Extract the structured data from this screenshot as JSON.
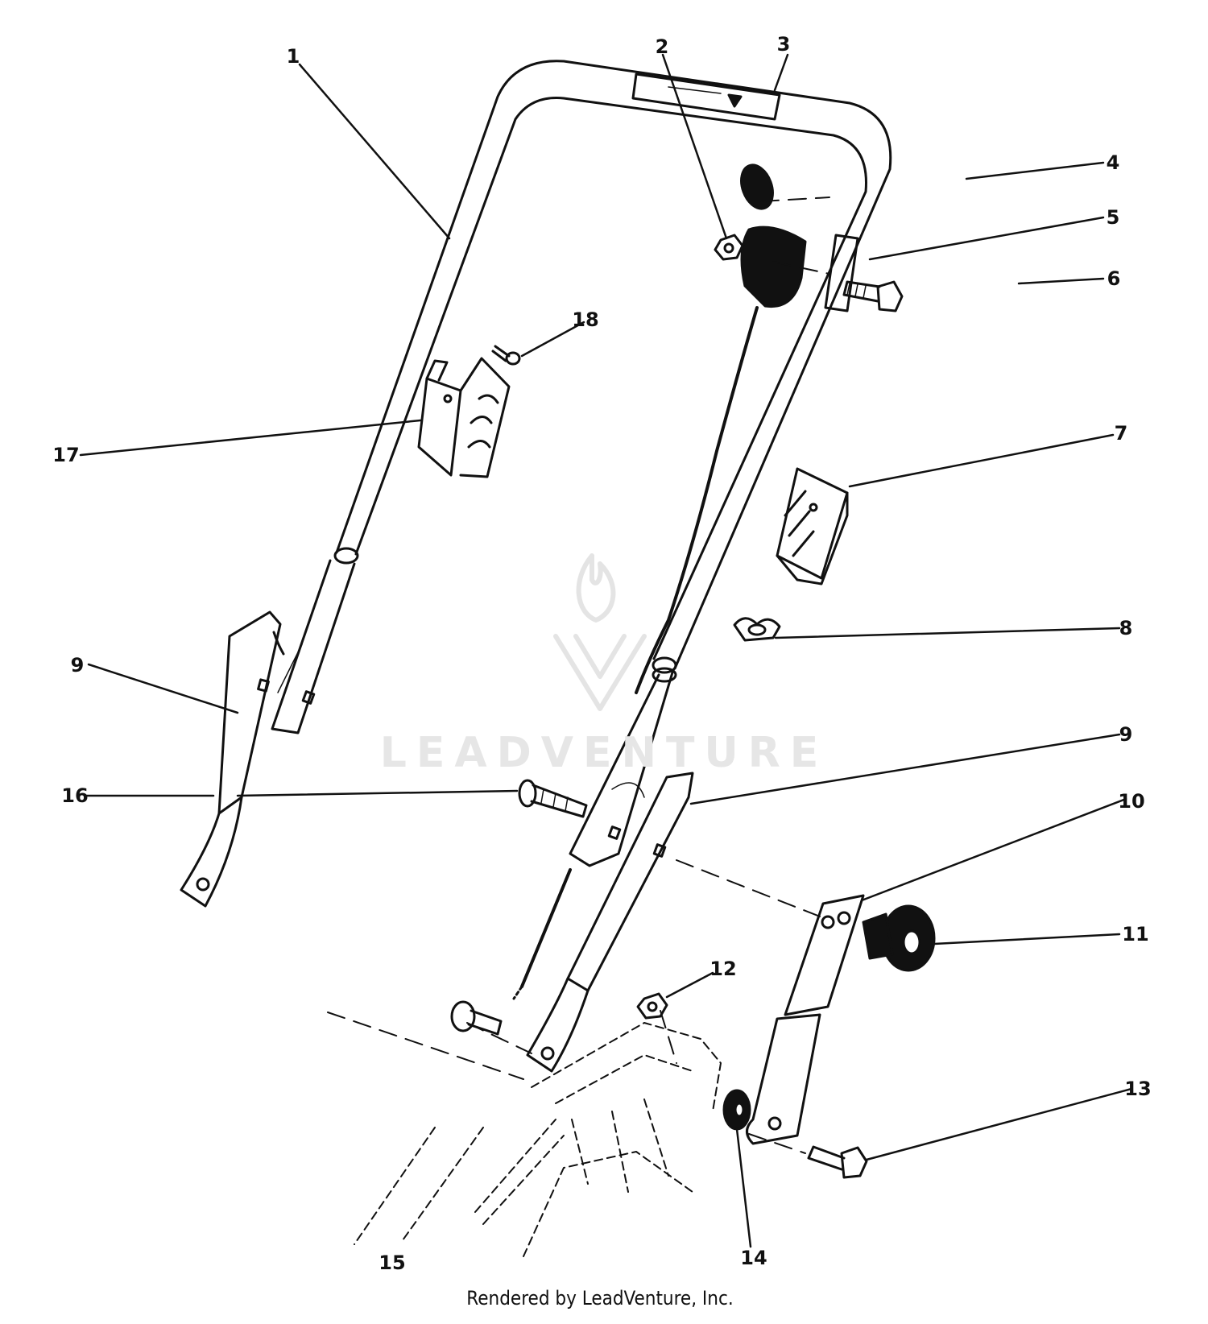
{
  "callouts": {
    "c1": "1",
    "c2": "2",
    "c3": "3",
    "c4": "4",
    "c5": "5",
    "c6": "6",
    "c7": "7",
    "c8": "8",
    "c9a": "9",
    "c9b": "9",
    "c10": "10",
    "c11": "11",
    "c12": "12",
    "c13": "13",
    "c14": "14",
    "c15": "15",
    "c16": "16",
    "c17": "17",
    "c18": "18"
  },
  "watermark": "LEADVENTURE",
  "credit": "Rendered by LeadVenture, Inc.",
  "colors": {
    "ink": "#111111",
    "watermark": "#e6e6e6",
    "background": "#ffffff"
  }
}
